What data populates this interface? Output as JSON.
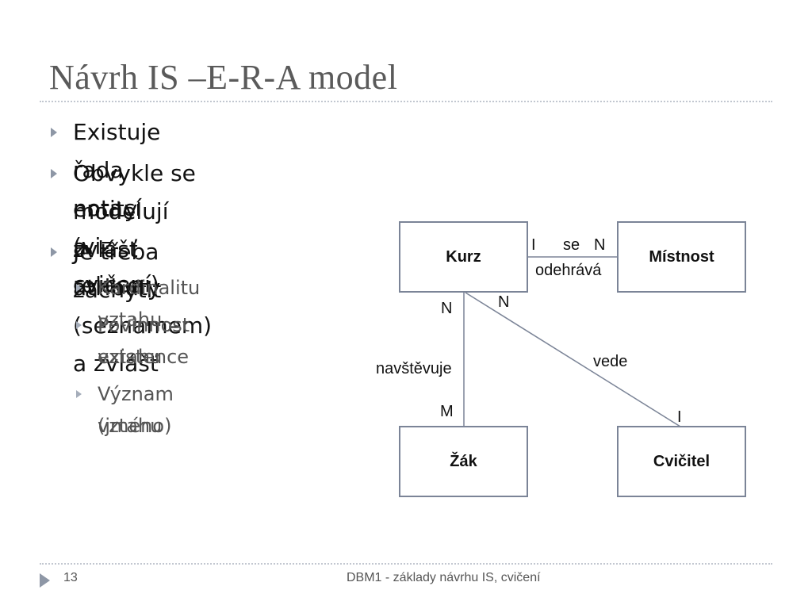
{
  "slide": {
    "title": "Návrh IS –E-R-A model",
    "bullets": [
      {
        "text": "Existuje řada notací (viz cvičení)"
      },
      {
        "line1": "Obvykle se modelují zvlášť atributy (seznamem) a zvlášť",
        "line2": "entity a relace"
      },
      {
        "text": "Je třeba zachytit"
      }
    ],
    "subbullets": [
      {
        "line1": "Kardinalitu vztahu"
      },
      {
        "line1": "Povinnost existence",
        "line2": "vztahu"
      },
      {
        "line1": "Význam (jméno)",
        "line2": "vztahu"
      }
    ]
  },
  "diagram": {
    "entities": {
      "kurz": "Kurz",
      "mistnost": "Místnost",
      "zak": "Žák",
      "cvicitel": "Cvičitel"
    },
    "labels": {
      "kurz_mistnost_card_left": "I",
      "kurz_mistnost_name_top": "se",
      "kurz_mistnost_card_right": "N",
      "kurz_mistnost_name_bottom": "odehrává",
      "kurz_zak_card_top": "N",
      "kurz_zak_name": "navštěvuje",
      "kurz_zak_card_bottom": "M",
      "kurz_cvicitel_card_top": "N",
      "kurz_cvicitel_name": "vede",
      "kurz_cvicitel_card_bottom": "I"
    },
    "line_color": "#7b8497"
  },
  "footer": {
    "page_number": "13",
    "text": "DBM1 - základy návrhu IS, cvičení",
    "icon": "triangle-right-icon"
  }
}
